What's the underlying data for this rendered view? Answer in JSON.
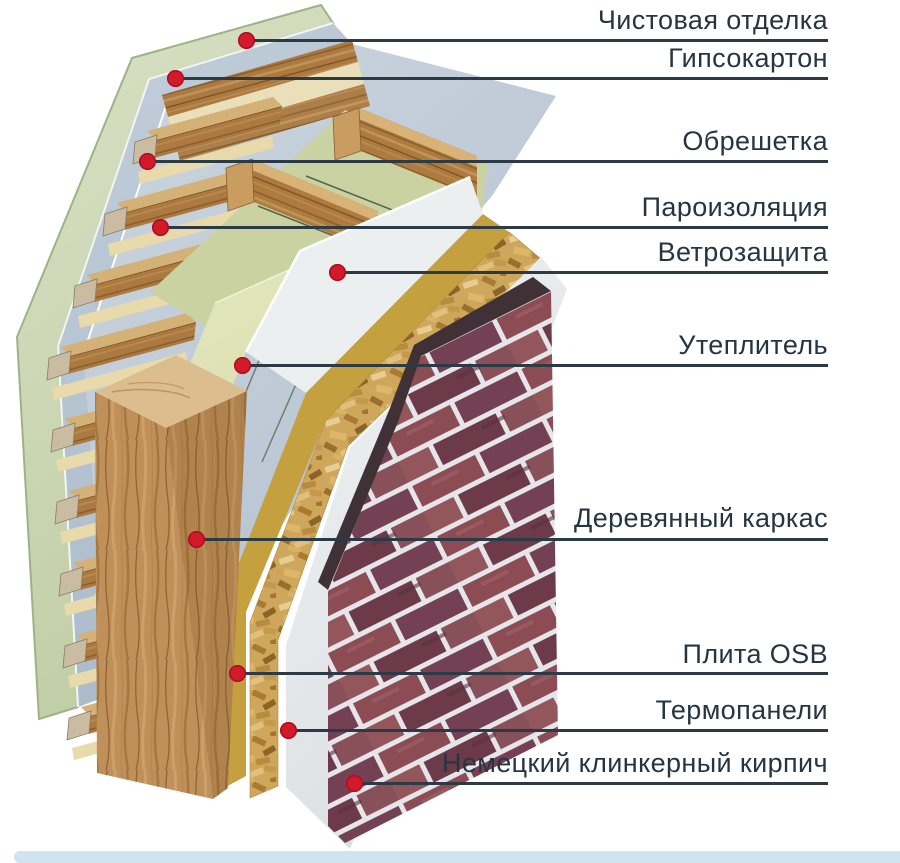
{
  "labels": [
    {
      "text": "Чистовая отделка",
      "layer": "finish-coat"
    },
    {
      "text": "Гипсокартон",
      "layer": "drywall"
    },
    {
      "text": "Обрешетка",
      "layer": "lathing"
    },
    {
      "text": "Пароизоляция",
      "layer": "vapor-barrier"
    },
    {
      "text": "Ветрозащита",
      "layer": "wind-barrier"
    },
    {
      "text": "Утеплитель",
      "layer": "insulation"
    },
    {
      "text": "Деревянный каркас",
      "layer": "wooden-frame"
    },
    {
      "text": "Плита OSB",
      "layer": "osb-board"
    },
    {
      "text": "Термопанели",
      "layer": "thermal-panels"
    },
    {
      "text": "Немецкий клинкерный кирпич",
      "layer": "clinker-brick"
    }
  ],
  "leader_style": {
    "dot_color": "#d31a2b",
    "line_color": "#2b3a44",
    "text_color": "#263541"
  },
  "layer_colors": {
    "finish_coat_green": "#ccd6b2",
    "drywall_blue_gray": "#b6c4d2",
    "lathing_wood": "#a5743e",
    "vapor_barrier_gray": "#c0cbd7",
    "insulation_face": "#dfe4b6",
    "insulation_top": "#c9d2a0",
    "wind_barrier_white": "#eceff0",
    "frame_wood": "#c0905a",
    "osb_tan": "#cfa75c",
    "osb_edge_mustard": "#c5a03e",
    "thermal_panel_white": "#eef0f1",
    "brick_red": "#8c4c54",
    "mortar": "#e6e5e9",
    "footer_bar_blue": "#cfe3f0"
  }
}
